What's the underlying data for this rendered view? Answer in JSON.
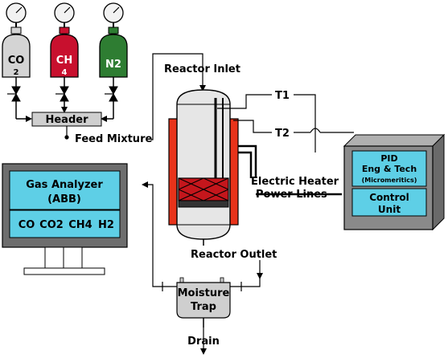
{
  "cylinders": [
    {
      "label": "CO",
      "sub": "2",
      "color": "#d4d4d4",
      "text_color": "#000000"
    },
    {
      "label": "CH",
      "sub": "4",
      "color": "#c8102e",
      "text_color": "#ffffff"
    },
    {
      "label": "N2",
      "sub": "",
      "color": "#2e7d32",
      "text_color": "#ffffff"
    }
  ],
  "header": {
    "label": "Header"
  },
  "feed": {
    "label": "Feed Mixture"
  },
  "reactor": {
    "inlet_label": "Reactor Inlet",
    "outlet_label": "Reactor Outlet"
  },
  "thermocouples": {
    "t1": "T1",
    "t2": "T2"
  },
  "heater": {
    "line1": "Electric Heater",
    "line2": "Power Lines"
  },
  "pid_unit": {
    "line1": "PID",
    "line2": "Eng & Tech",
    "line3": "(Micromeritics)",
    "control1": "Control",
    "control2": "Unit"
  },
  "analyzer": {
    "title1": "Gas Analyzer",
    "title2": "(ABB)",
    "gases": [
      "CO",
      "CO2",
      "CH4",
      "H2"
    ]
  },
  "trap": {
    "line1": "Moisture",
    "line2": "Trap"
  },
  "drain": {
    "label": "Drain"
  },
  "colors": {
    "cyan": "#5ecfe6",
    "monitor_gray": "#6e6e6e",
    "heater_red": "#e8331a",
    "vessel": "#e6e6e6",
    "pid_gray": "#8a8a8a"
  }
}
